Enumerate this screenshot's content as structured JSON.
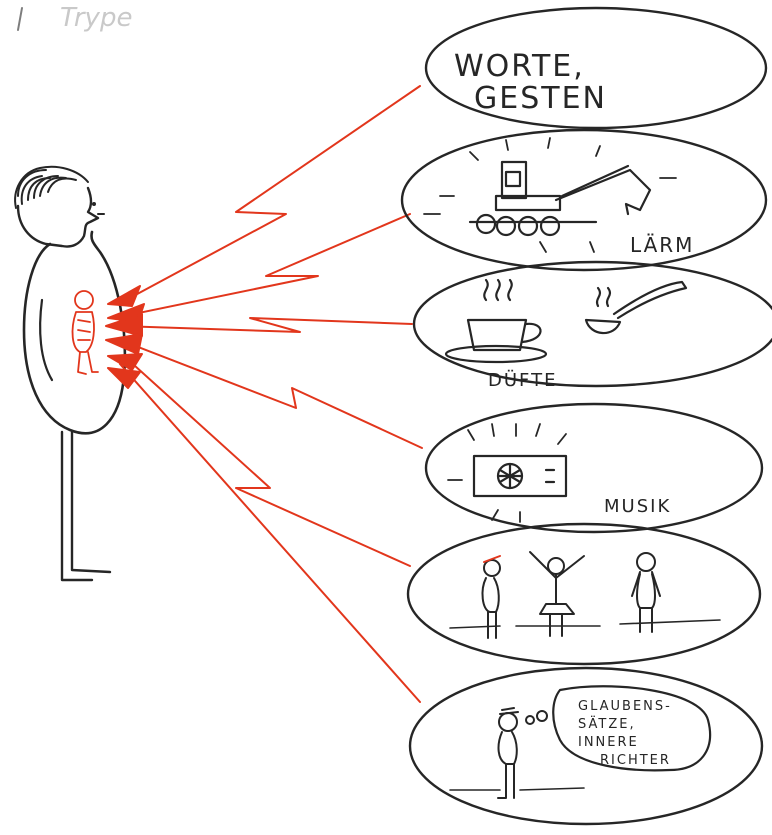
{
  "header_scribble": "Trype",
  "bubbles": [
    {
      "id": "words",
      "lines": [
        "WORTE,",
        "GESTEN"
      ]
    },
    {
      "id": "noise",
      "label": "LÄRM"
    },
    {
      "id": "smells",
      "label": "DÜFTE"
    },
    {
      "id": "music",
      "label": "MUSIK"
    },
    {
      "id": "people"
    },
    {
      "id": "beliefs",
      "lines": [
        "GLAUBENS-",
        "SÄTZE,",
        "INNERE",
        "RICHTER"
      ]
    }
  ],
  "colors": {
    "ink": "#262626",
    "accent": "#e2361c"
  }
}
